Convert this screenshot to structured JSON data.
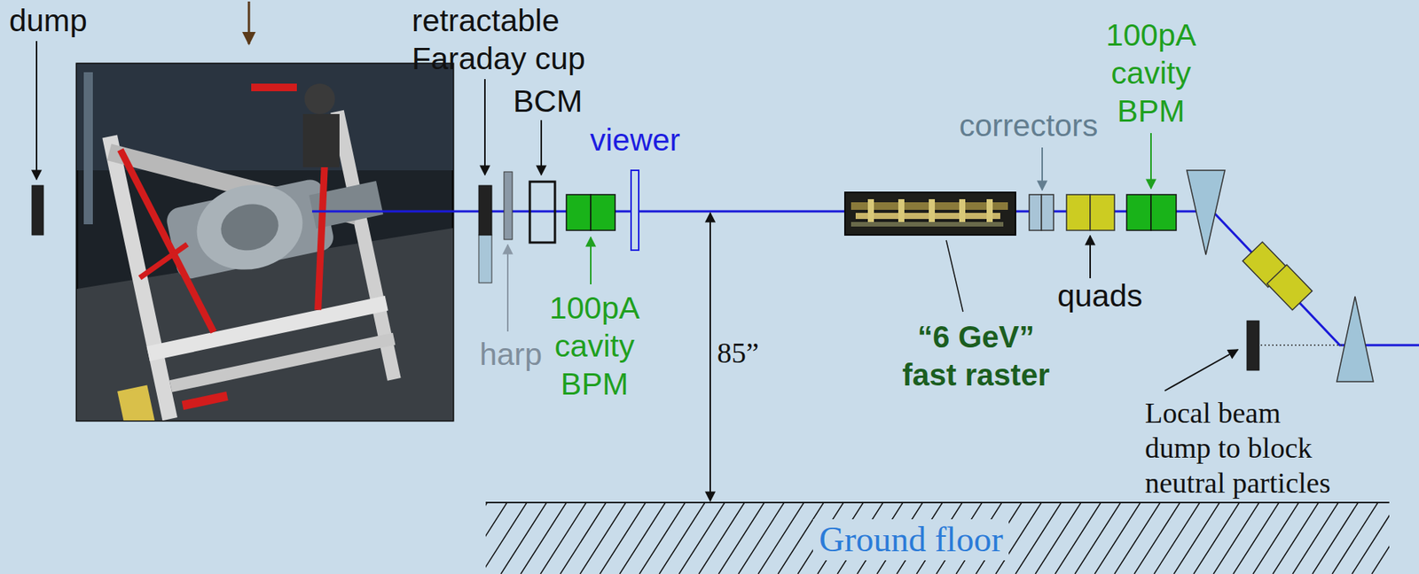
{
  "diagram": {
    "labels": [
      "dump",
      "retractable Faraday cup",
      "BCM",
      "viewer",
      "100pA cavity BPM",
      "harp",
      "85”",
      "“6 GeV” fast raster",
      "correctors",
      "100pA cavity BPM",
      "quads",
      "Local beam dump to block neutral particles",
      "Ground floor"
    ]
  }
}
